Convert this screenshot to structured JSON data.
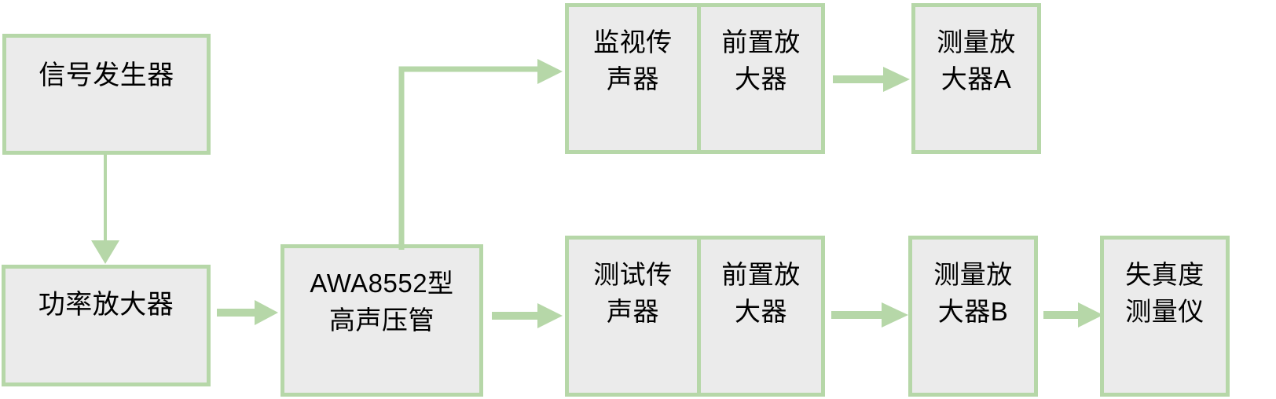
{
  "diagram": {
    "title": "",
    "colors": {
      "node_border": "#b6d7a8",
      "node_fill": "#ebebeb",
      "arrow": "#b6d7a8",
      "text": "#000000",
      "background": "#ffffff"
    },
    "nodes": {
      "signal_generator": {
        "label": "信号发生器"
      },
      "power_amplifier": {
        "label": "功率放大器"
      },
      "high_pressure_tube": {
        "label": "AWA8552型\n高声压管"
      },
      "monitor_microphone": {
        "label": "监视传\n声器"
      },
      "preamplifier_top": {
        "label": "前置放\n大器"
      },
      "measuring_amplifier_a": {
        "label": "测量放\n大器A"
      },
      "test_microphone": {
        "label": "测试传\n声器"
      },
      "preamplifier_bottom": {
        "label": "前置放\n大器"
      },
      "measuring_amplifier_b": {
        "label": "测量放\n大器B"
      },
      "distortion_meter": {
        "label": "失真度\n测量仪"
      }
    },
    "edges": [
      {
        "from": "signal_generator",
        "to": "power_amplifier",
        "label": "",
        "kind": "vertical-arrow"
      },
      {
        "from": "power_amplifier",
        "to": "high_pressure_tube",
        "label": "",
        "kind": "horizontal-arrow"
      },
      {
        "from": "high_pressure_tube",
        "to": "monitor_microphone",
        "label": "",
        "kind": "elbow-arrow"
      },
      {
        "from": "high_pressure_tube",
        "to": "test_microphone",
        "label": "",
        "kind": "horizontal-arrow"
      },
      {
        "from": "preamplifier_top",
        "to": "measuring_amplifier_a",
        "label": "",
        "kind": "horizontal-arrow"
      },
      {
        "from": "preamplifier_bottom",
        "to": "measuring_amplifier_b",
        "label": "",
        "kind": "horizontal-arrow"
      },
      {
        "from": "measuring_amplifier_b",
        "to": "distortion_meter",
        "label": "",
        "kind": "horizontal-arrow"
      }
    ]
  }
}
